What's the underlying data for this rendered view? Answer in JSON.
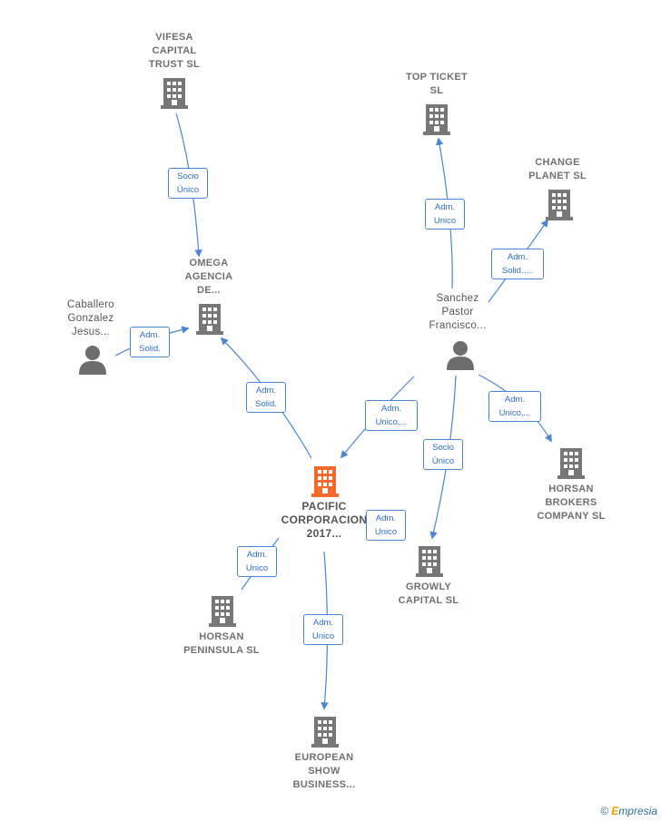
{
  "colors": {
    "edge": "#4a86d4",
    "company": "#777777",
    "focus": "#f26b2d",
    "person": "#6d6d6d"
  },
  "nodes": [
    {
      "id": "vifesa",
      "type": "company",
      "label": "VIFESA\nCAPITAL\nTRUST  SL"
    },
    {
      "id": "topticket",
      "type": "company",
      "label": "TOP TICKET\nSL"
    },
    {
      "id": "change",
      "type": "company",
      "label": "CHANGE\nPLANET  SL"
    },
    {
      "id": "omega",
      "type": "company",
      "label": "OMEGA\nAGENCIA\nDE..."
    },
    {
      "id": "caballero",
      "type": "person",
      "label": "Caballero\nGonzalez\nJesus..."
    },
    {
      "id": "sanchez",
      "type": "person",
      "label": "Sanchez\nPastor\nFrancisco..."
    },
    {
      "id": "pacific",
      "type": "focus",
      "label": "PACIFIC\nCORPORACION\n2017..."
    },
    {
      "id": "horsanbrokers",
      "type": "company",
      "label": "HORSAN\nBROKERS\nCOMPANY SL"
    },
    {
      "id": "growly",
      "type": "company",
      "label": "GROWLY\nCAPITAL  SL"
    },
    {
      "id": "horsanpen",
      "type": "company",
      "label": "HORSAN\nPENINSULA  SL"
    },
    {
      "id": "european",
      "type": "company",
      "label": "EUROPEAN\nSHOW\nBUSINESS..."
    }
  ],
  "edges": [
    {
      "id": "e-vifesa-omega",
      "from": "vifesa",
      "to": "omega",
      "label": "Socio\nÚnico"
    },
    {
      "id": "e-caballero-omega",
      "from": "caballero",
      "to": "omega",
      "label": "Adm.\nSolid."
    },
    {
      "id": "e-pacific-omega",
      "from": "pacific",
      "to": "omega",
      "label": "Adm.\nSolid."
    },
    {
      "id": "e-sanchez-topticket",
      "from": "sanchez",
      "to": "topticket",
      "label": "Adm.\nUnico"
    },
    {
      "id": "e-sanchez-change",
      "from": "sanchez",
      "to": "change",
      "label": "Adm.\nSolid.,..."
    },
    {
      "id": "e-sanchez-pacific",
      "from": "sanchez",
      "to": "pacific",
      "label": "Adm.\nUnico,..."
    },
    {
      "id": "e-sanchez-growly",
      "from": "sanchez",
      "to": "growly",
      "label": "Socio\nÚnico"
    },
    {
      "id": "e-sanchez-horsanbrokers",
      "from": "sanchez",
      "to": "horsanbrokers",
      "label": "Adm.\nUnico,..."
    },
    {
      "id": "e-pacific-growly",
      "from": "pacific",
      "to": "growly",
      "label": "Adm.\nUnico"
    },
    {
      "id": "e-pacific-horsanpen",
      "from": "pacific",
      "to": "horsanpen",
      "label": "Adm.\nUnico"
    },
    {
      "id": "e-pacific-european",
      "from": "pacific",
      "to": "european",
      "label": "Adm.\nUnico"
    }
  ],
  "footer": {
    "copyright": "©",
    "brand_initial": "E",
    "brand_rest": "mpresia"
  }
}
